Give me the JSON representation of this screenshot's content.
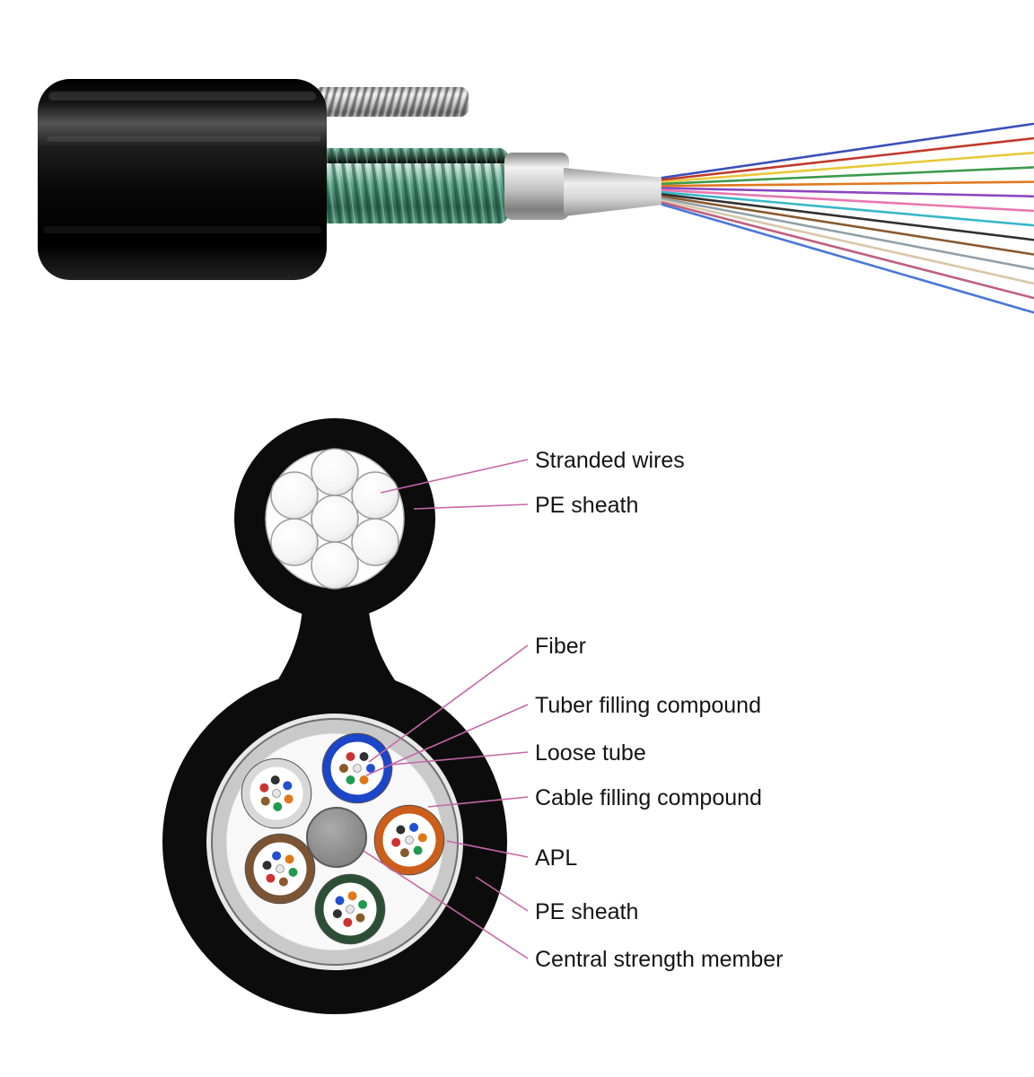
{
  "page": {
    "background": "#ffffff"
  },
  "photo": {
    "fiber_colors": [
      "#3a50b8",
      "#c0392b",
      "#e8c838",
      "#3c9a4c",
      "#e07820",
      "#8a48c0",
      "#e878b0",
      "#38b8c8",
      "#303030",
      "#8a5a30",
      "#90a0a8",
      "#d8c8a8",
      "#c06080",
      "#4878d8"
    ]
  },
  "cross_section": {
    "labels": [
      {
        "text": "Stranded wires"
      },
      {
        "text": "PE sheath"
      },
      {
        "text": "Fiber"
      },
      {
        "text": "Tuber filling compound"
      },
      {
        "text": "Loose tube"
      },
      {
        "text": "Cable filling compound"
      },
      {
        "text": "APL"
      },
      {
        "text": "PE sheath"
      },
      {
        "text": "Central strength member"
      }
    ],
    "loose_tubes": [
      {
        "name": "blue",
        "ring": "#1c46c8"
      },
      {
        "name": "white",
        "ring": "#d8d8d8"
      },
      {
        "name": "orange",
        "ring": "#cc5d1a"
      },
      {
        "name": "brown",
        "ring": "#7a5433"
      },
      {
        "name": "green",
        "ring": "#2a4f35"
      }
    ],
    "fiber_dot_colors": [
      "#1f50d0",
      "#e07818",
      "#209a50",
      "#8a5a2a",
      "#cc3333",
      "#303030"
    ],
    "colors": {
      "leader_line": "#c667a8",
      "sheath": "#0c0c0c",
      "armor_green": "#58a287",
      "apl_gray": "#c9c9c9",
      "strength_member_gray": "#8f8f8f"
    }
  }
}
